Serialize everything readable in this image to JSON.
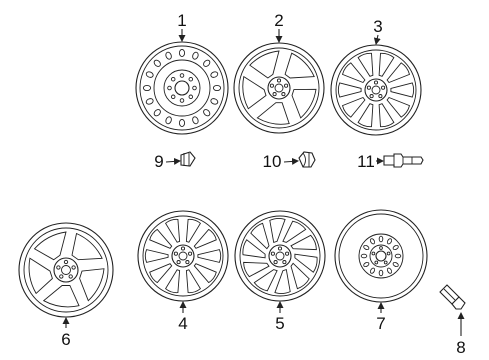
{
  "colors": {
    "line": "#222222",
    "label": "#111111",
    "background": "#ffffff"
  },
  "callouts": [
    {
      "number": "1",
      "part": "steel-wheel"
    },
    {
      "number": "2",
      "part": "alloy-wheel-five-spoke"
    },
    {
      "number": "3",
      "part": "alloy-wheel-ten-spoke"
    },
    {
      "number": "4",
      "part": "alloy-wheel-split-spoke"
    },
    {
      "number": "5",
      "part": "alloy-wheel-twisted-spoke"
    },
    {
      "number": "6",
      "part": "alloy-wheel-wide-five-spoke"
    },
    {
      "number": "7",
      "part": "spare-wheel"
    },
    {
      "number": "8",
      "part": "valve-stem"
    },
    {
      "number": "9",
      "part": "lug-nut"
    },
    {
      "number": "10",
      "part": "lug-nut-capped"
    },
    {
      "number": "11",
      "part": "lug-nut-long"
    }
  ]
}
